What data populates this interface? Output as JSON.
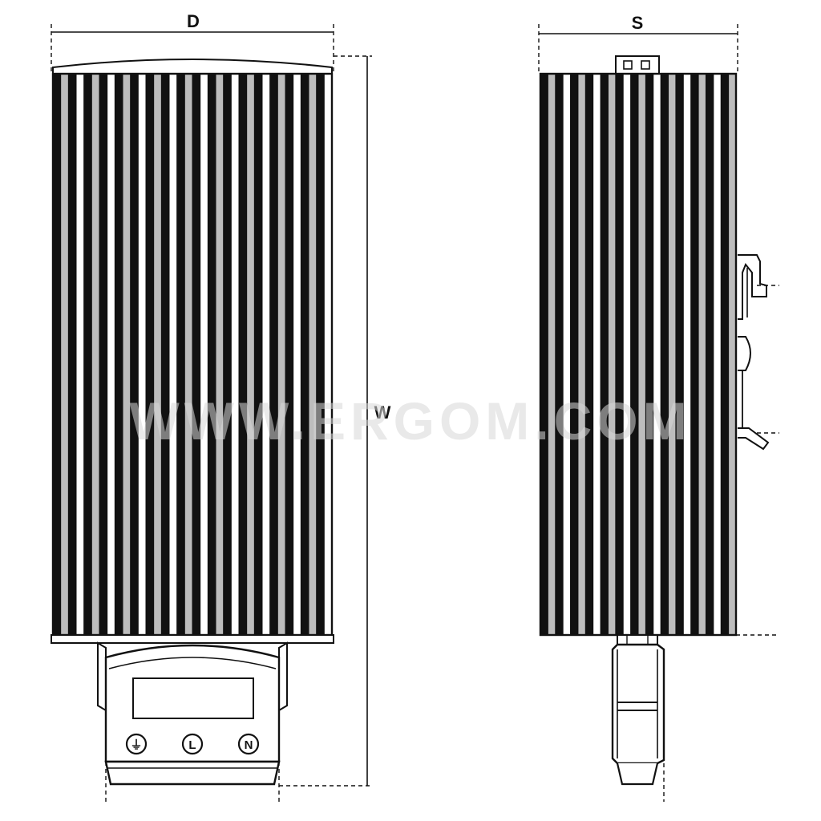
{
  "dimensions": {
    "depth_label": "D",
    "width_label": "W",
    "side_label": "S"
  },
  "terminals": [
    {
      "name": "earth",
      "symbol": "⏚"
    },
    {
      "name": "line",
      "symbol": "L"
    },
    {
      "name": "neutral",
      "symbol": "N"
    }
  ],
  "watermark": "WWW.ERGOM.COM",
  "colors": {
    "line": "#111111",
    "fin_dark": "#111111",
    "fin_light": "#bdbdbd",
    "background": "#ffffff"
  }
}
